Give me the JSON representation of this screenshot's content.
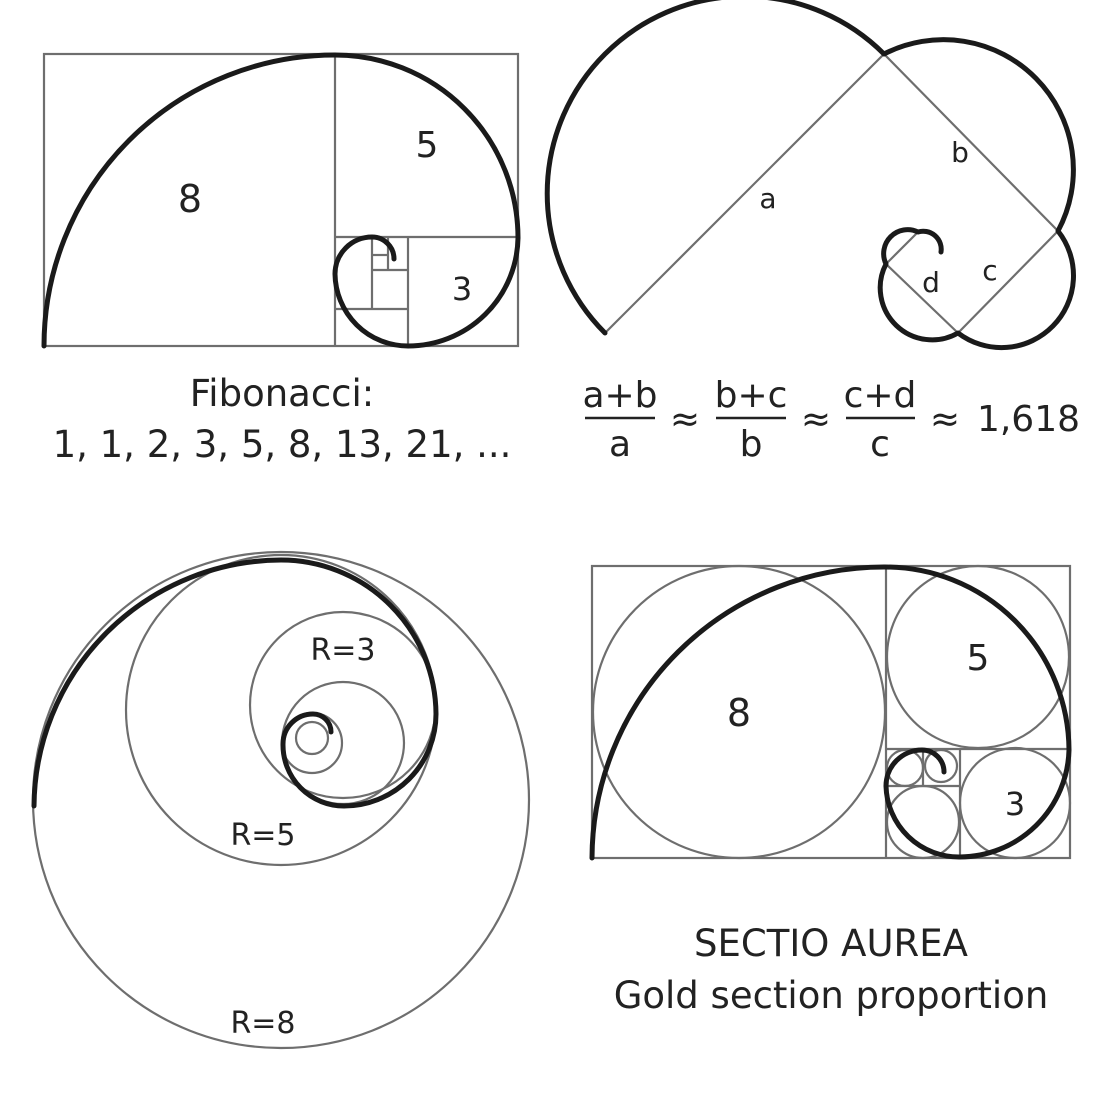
{
  "panels": {
    "fibonacci": {
      "square_labels": [
        "8",
        "5",
        "3"
      ],
      "caption_line1": "Fibonacci:",
      "caption_line2": "1, 1, 2, 3, 5, 8, 13, 21, ..."
    },
    "ratio": {
      "side_labels": [
        "a",
        "b",
        "c",
        "d"
      ],
      "numerators": [
        "a+b",
        "b+c",
        "c+d"
      ],
      "denominators": [
        "a",
        "b",
        "c"
      ],
      "approx_symbol": "≈",
      "value": "1,618"
    },
    "circles": {
      "radius_labels": [
        "R=3",
        "R=5",
        "R=8"
      ]
    },
    "golden": {
      "square_labels": [
        "8",
        "5",
        "3"
      ],
      "caption_line1": "SECTIO AUREA",
      "caption_line2": "Gold section proportion"
    }
  }
}
